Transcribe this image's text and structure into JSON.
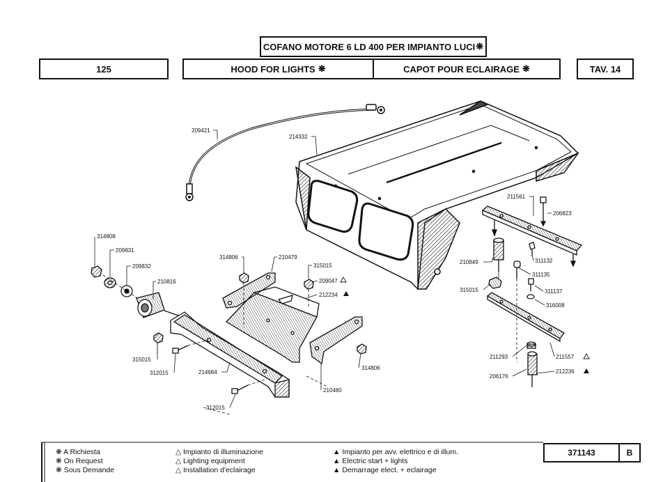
{
  "header": {
    "title_it": "COFANO MOTORE 6 LD 400 PER IMPIANTO LUCI",
    "page_number": "125",
    "title_en": "HOOD FOR LIGHTS",
    "title_fr": "CAPOT POUR ECLAIRAGE",
    "table_ref": "TAV. 14",
    "star_symbol": "❋"
  },
  "parts": {
    "p209421": "209421",
    "p214332": "214332",
    "p211561": "211561",
    "p206823": "206823",
    "p314808": "314808",
    "p209831": "209831",
    "p209832": "209832",
    "p210816": "210816",
    "p314806a": "314806",
    "p210479": "210479",
    "p315015a": "315015",
    "p209047": "209047",
    "p212234": "212234",
    "p210849": "210849",
    "p311132": "311132",
    "p311135": "311135",
    "p311137": "311137",
    "p315015b": "315015",
    "p316008": "316008",
    "p315015c": "315015",
    "p312015a": "312015",
    "p214684": "214684",
    "p314806b": "314806",
    "p210480": "210480",
    "p312015b": "312015",
    "p211293": "211293",
    "p211557": "211557",
    "p206176": "206176",
    "p212236": "212236"
  },
  "legend": {
    "star_col": [
      "A Richiesta",
      "On Request",
      "Sous Demande"
    ],
    "triangle_open_col": [
      "Impianto di illuminazione",
      "Lighting equipment",
      "Installation d'eclairage"
    ],
    "triangle_filled_col": [
      "Impianto per avv. elettrico e di illum.",
      "Electric start + lights",
      "Demarrage elect. + eclairage"
    ]
  },
  "footer": {
    "doc_number": "371143",
    "revision": "B"
  }
}
